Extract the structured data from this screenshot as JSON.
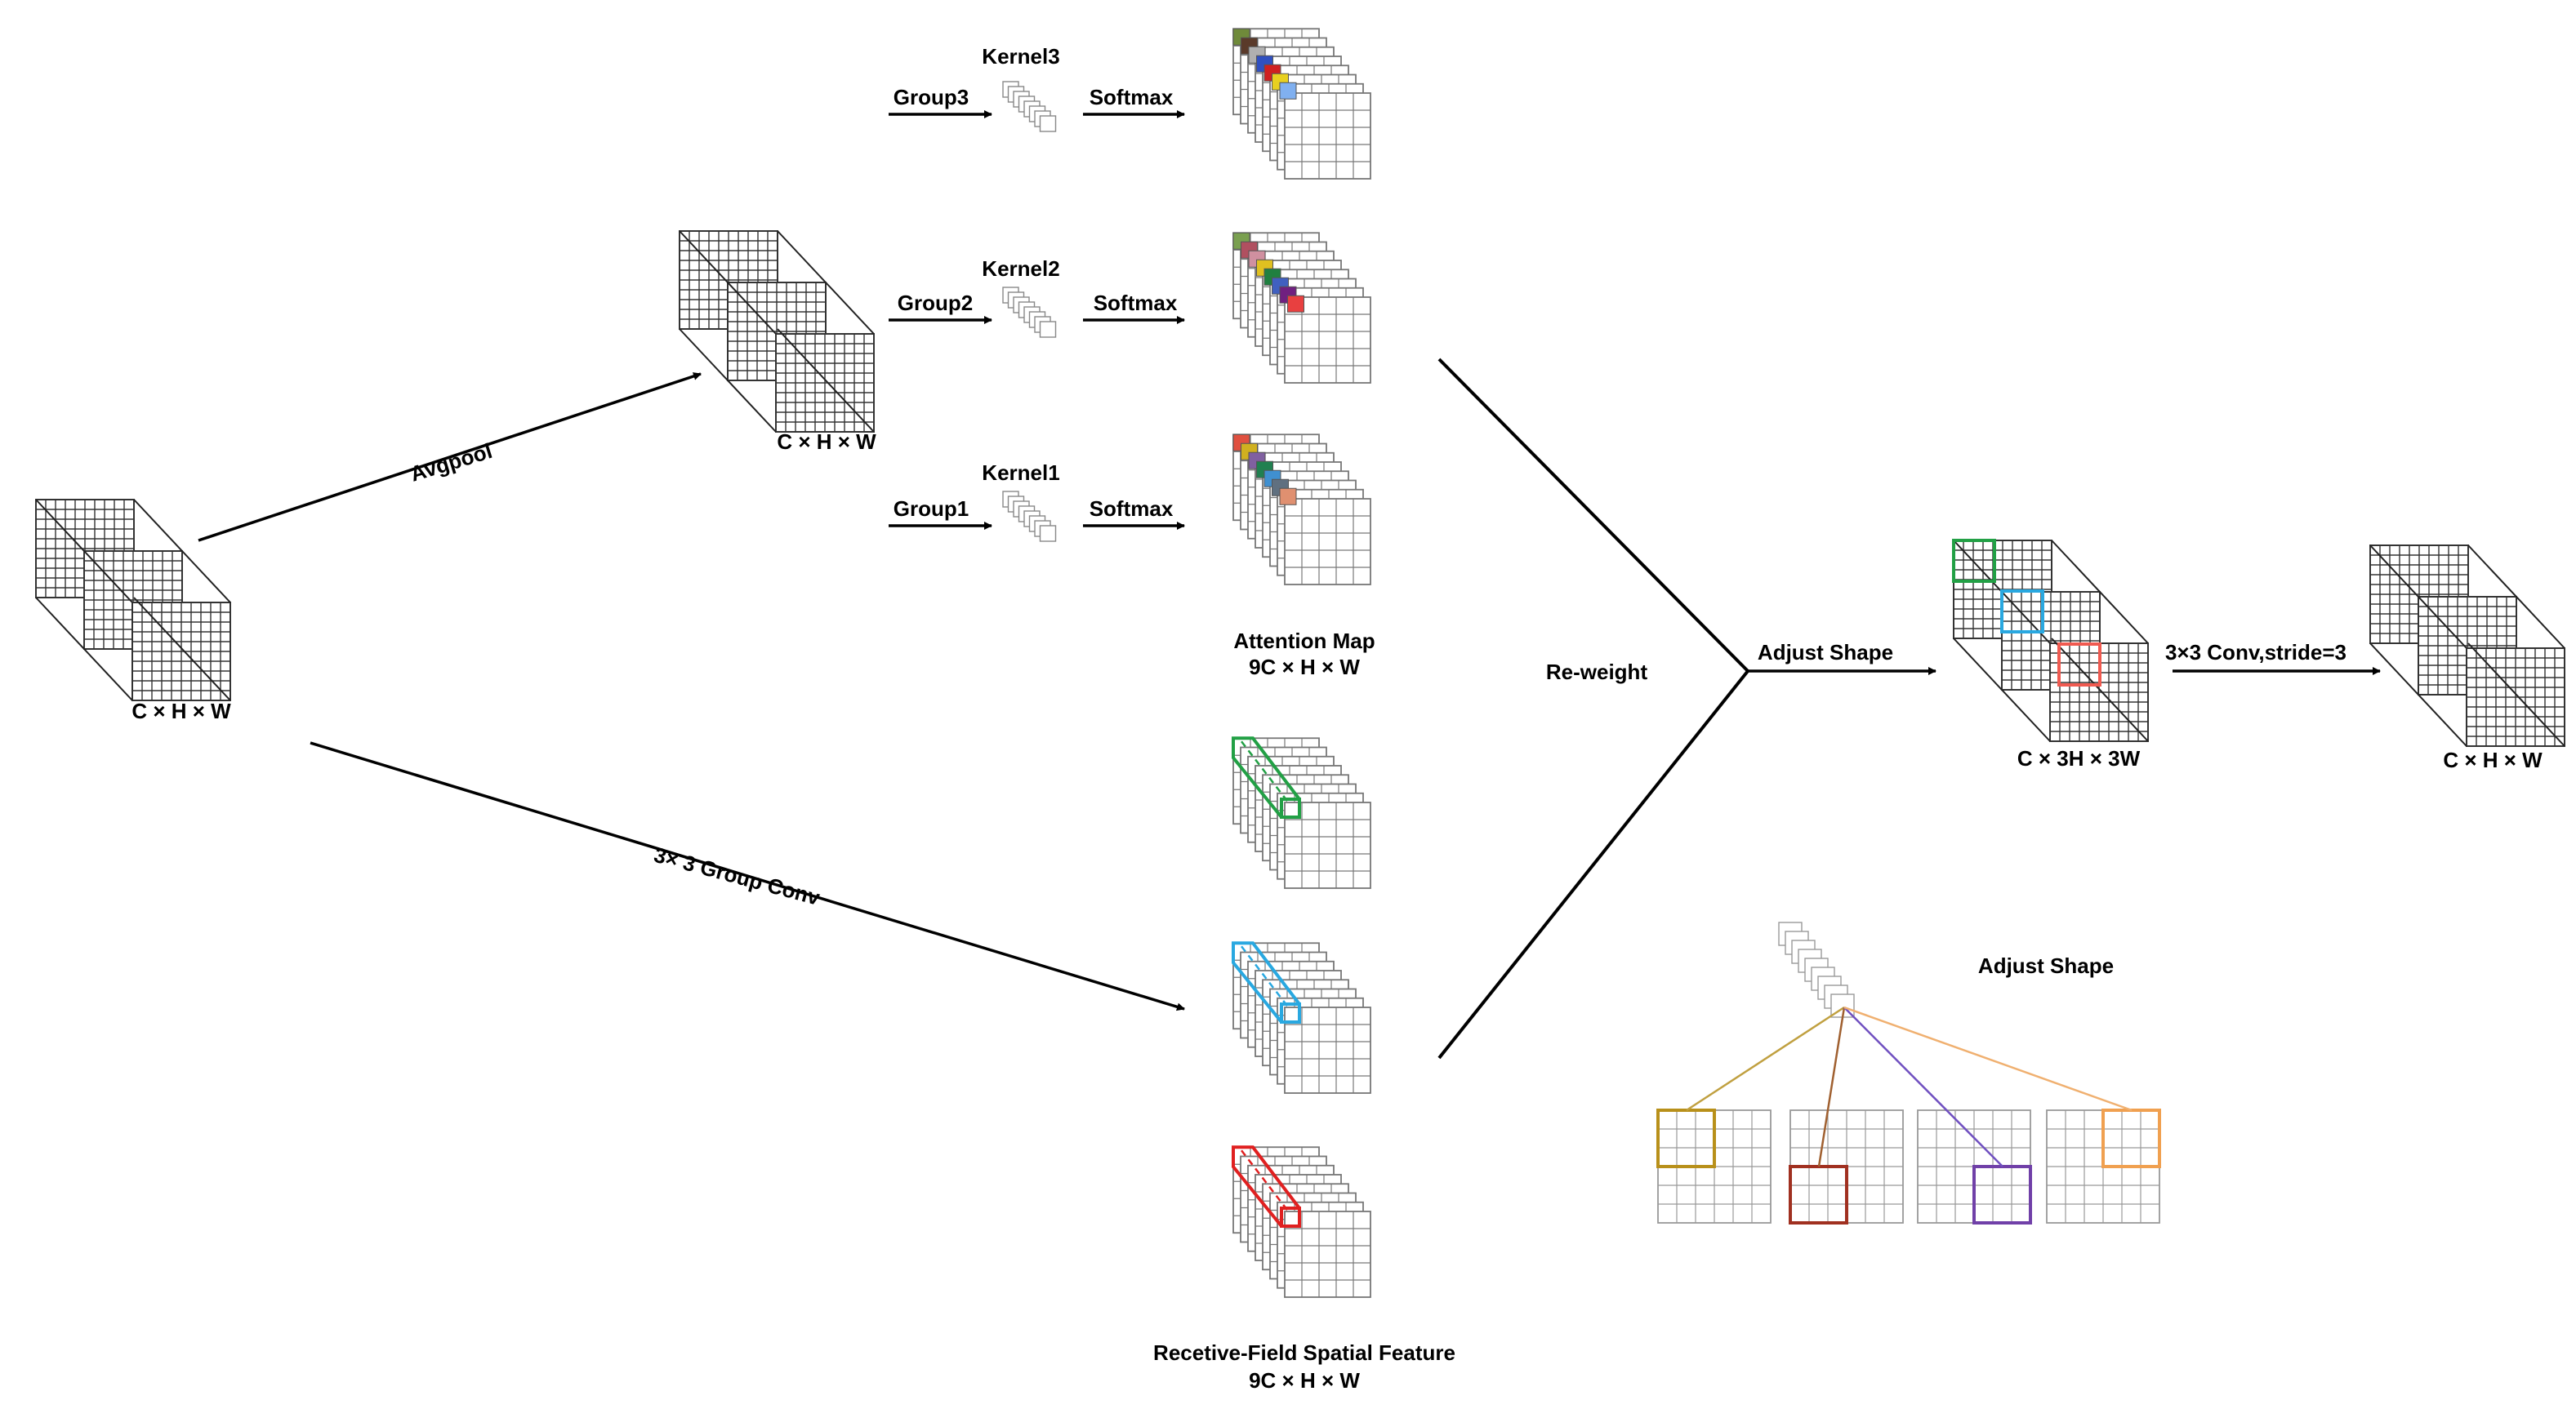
{
  "labels": {
    "input_dims": "C × H × W",
    "pooled_dims": "C × H × W",
    "avgpool": "Avgpool",
    "group_conv": "3× 3 Group Conv",
    "group3": "Group3",
    "group2": "Group2",
    "group1": "Group1",
    "kernel3": "Kernel3",
    "kernel2": "Kernel2",
    "kernel1": "Kernel1",
    "softmax": "Softmax",
    "attention_map": "Attention Map",
    "attention_dims": "9C × H × W",
    "receptive_field": "Recetive-Field Spatial Feature",
    "receptive_dims": "9C × H × W",
    "reweight": "Re-weight",
    "adjust_shape": "Adjust Shape",
    "adjust_shape_detail": "Adjust Shape",
    "upsampled_dims": "C × 3H × 3W",
    "conv_stride": "3×3 Conv,stride=3",
    "output_dims": "C × H × W"
  },
  "colors": {
    "attention_kernel3": [
      "#6f8a3a",
      "#5a3a2a",
      "#b0b0b0",
      "#3050c0",
      "#d02020",
      "#e8d020",
      "#80b0f0"
    ],
    "attention_kernel2": [
      "#7aa050",
      "#b05060",
      "#d090a0",
      "#e0c020",
      "#208040",
      "#4060c0",
      "#702080",
      "#e84040"
    ],
    "attention_kernel1": [
      "#e05040",
      "#d0b020",
      "#8060a0",
      "#208050",
      "#4090d0",
      "#607080",
      "#e09070"
    ],
    "rf_green": "#22a045",
    "rf_blue": "#29a8e0",
    "rf_red": "#e02020",
    "highlight_green": "#22a045",
    "highlight_blue": "#29a8e0",
    "highlight_red": "#f05a50",
    "patch_gold": "#b8901a",
    "patch_brown": "#a03020",
    "patch_purple": "#7040a8",
    "patch_orange": "#f0a050",
    "line_gold": "#c0a040",
    "line_brown": "#a06030",
    "line_purple": "#7050c0",
    "line_orange": "#f0b070"
  }
}
